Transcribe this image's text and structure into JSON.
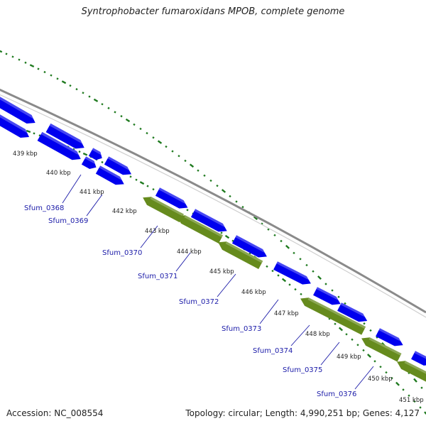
{
  "title": "Syntrophobacter fumaroxidans MPOB, complete genome",
  "footer": {
    "accession": "Accession: NC_008554",
    "summary": "Topology: circular; Length: 4,990,251 bp; Genes: 4,127"
  },
  "colors": {
    "backbone": "#8a8a8a",
    "forward_gene": "#0000ee",
    "reverse_gene": "#668b1d",
    "ticks": "#1f7a1f",
    "label_link": "#1a1aa8"
  },
  "kbp_labels": [
    "439 kbp",
    "440 kbp",
    "441 kbp",
    "442 kbp",
    "443 kbp",
    "444 kbp",
    "445 kbp",
    "446 kbp",
    "447 kbp",
    "448 kbp",
    "449 kbp",
    "450 kbp",
    "451 kbp"
  ],
  "gene_labels": [
    "Sfum_0368",
    "Sfum_0369",
    "Sfum_0370",
    "Sfum_0371",
    "Sfum_0372",
    "Sfum_0373",
    "Sfum_0374",
    "Sfum_0375",
    "Sfum_0376"
  ]
}
